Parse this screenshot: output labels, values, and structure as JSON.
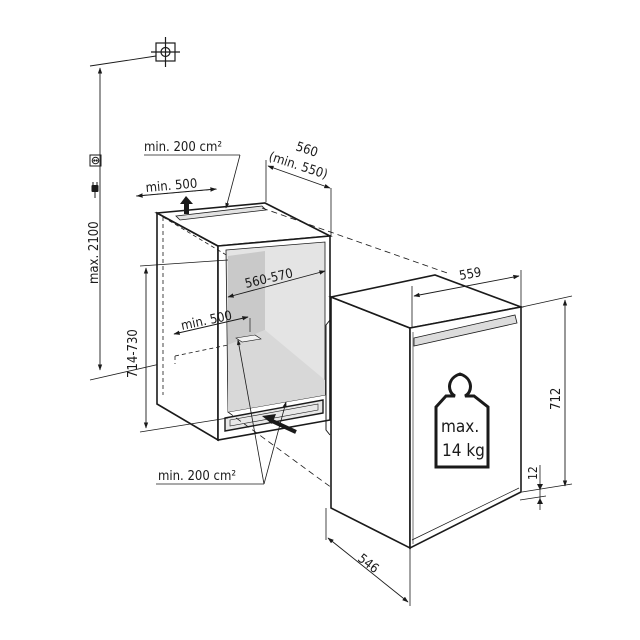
{
  "diagram": {
    "type": "built-in refrigerator installation drawing",
    "colors": {
      "line": "#1a1a1a",
      "niche_fill": "#d4d4d4",
      "vent_fill": "#e2e2e2",
      "background": "#ffffff"
    },
    "top_fixture": {
      "icon": "ceiling-outlet-icon"
    },
    "power": {
      "socket_icon": "power-socket-icon",
      "plug_icon": "power-plug-icon"
    },
    "dimensions": {
      "max_height": "max. 2100",
      "niche_height": "714-730",
      "niche_depth": "560",
      "niche_depth_min": "(min. 550)",
      "niche_width": "560-570",
      "top_vent_area": "min. 200 cm²",
      "top_vent_width": "min. 500",
      "bottom_vent_width": "min. 500",
      "bottom_vent_area": "min. 200 cm²",
      "appliance_width": "559",
      "appliance_height": "712",
      "appliance_depth": "546",
      "plinth_offset": "12"
    },
    "weight_badge": {
      "icon": "weight-icon",
      "line1": "max.",
      "line2": "14 kg"
    }
  }
}
